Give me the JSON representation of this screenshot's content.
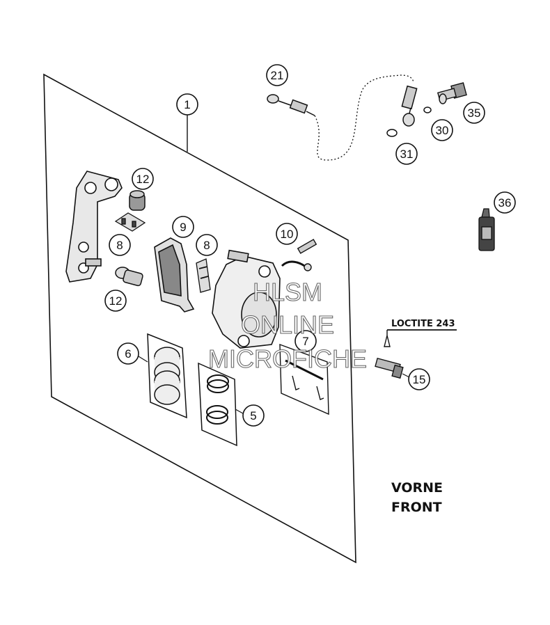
{
  "diagram": {
    "callouts": {
      "c1": "1",
      "c21": "21",
      "c35": "35",
      "c30": "30",
      "c31": "31",
      "c36": "36",
      "c12a": "12",
      "c8a": "8",
      "c9": "9",
      "c8b": "8",
      "c10": "10",
      "c12b": "12",
      "c6": "6",
      "c7": "7",
      "c15": "15",
      "c5": "5"
    },
    "loctite_label": "LOCTITE 243",
    "direction_line1": "VORNE",
    "direction_line2": "FRONT",
    "watermark": {
      "line1": "HLSM",
      "line2": "ONLINE",
      "line3": "MICROFICHE"
    },
    "colors": {
      "ink": "#111111",
      "paper": "#ffffff",
      "watermark_outline": "#555555"
    }
  }
}
